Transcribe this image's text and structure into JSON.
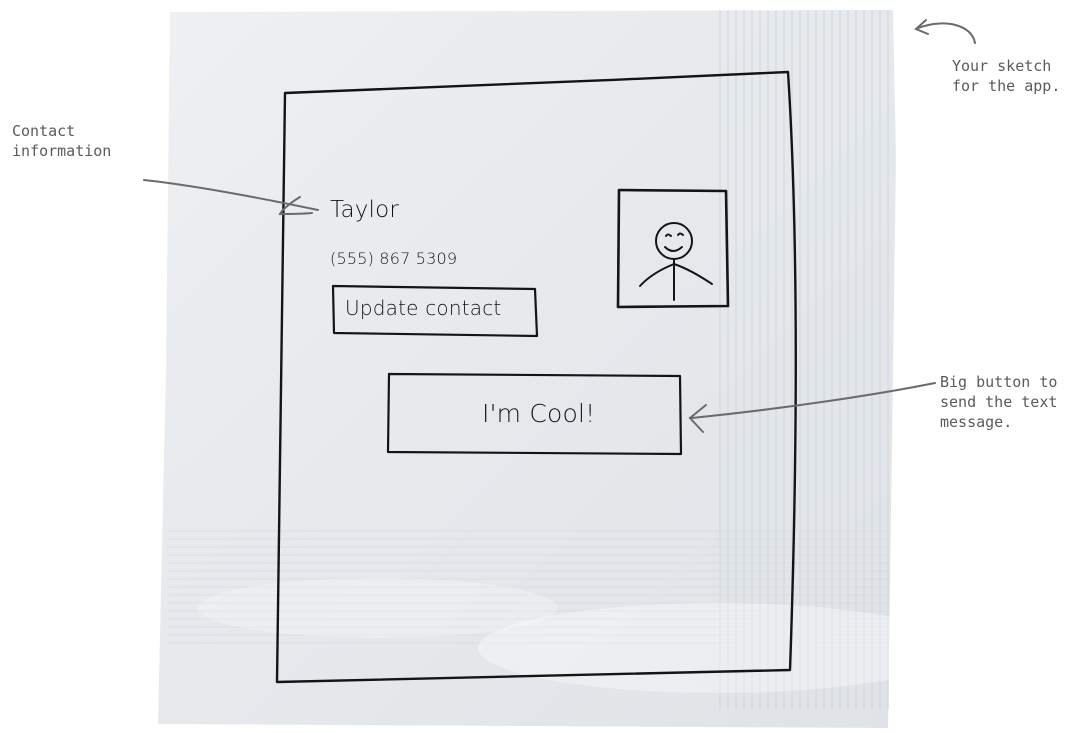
{
  "annotations": {
    "sketch_note": [
      "Your sketch",
      "for the app."
    ],
    "contact_note": [
      "Contact",
      "information"
    ],
    "button_note": [
      "Big button to",
      "send the text",
      "message."
    ]
  },
  "sketch": {
    "contact_name": "Taylor",
    "contact_phone": "(555) 867 5309",
    "update_button_label": "Update contact",
    "send_button_label": "I'm Cool!"
  },
  "colors": {
    "napkin": "#e9ecef",
    "ink": "#141414",
    "annotation": "#5b5b5b"
  }
}
